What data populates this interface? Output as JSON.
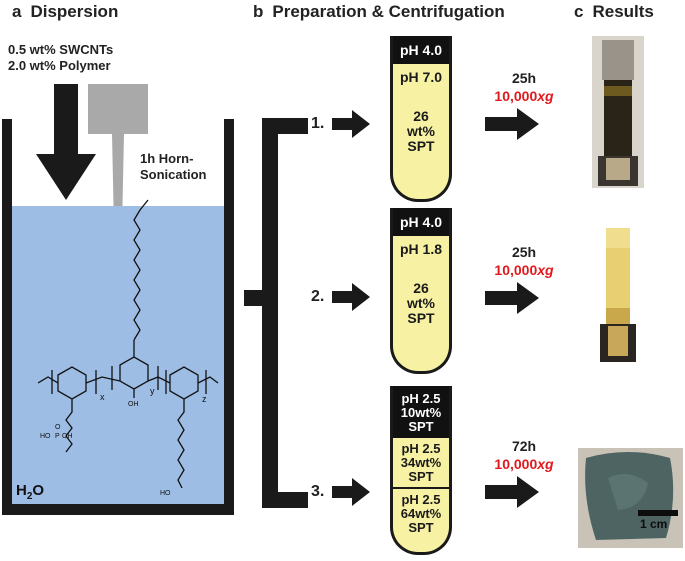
{
  "panels": {
    "a": {
      "letter": "a",
      "title": "Dispersion"
    },
    "b": {
      "letter": "b",
      "title": "Preparation & Centrifugation"
    },
    "c": {
      "letter": "c",
      "title": "Results"
    }
  },
  "dispersion": {
    "line1": "0.5 wt% SWCNTs",
    "line2": "2.0 wt% Polymer",
    "sonication_line1": "1h Horn-",
    "sonication_line2": "Sonication",
    "solvent": "H",
    "solvent_sub": "2",
    "solvent_end": "O"
  },
  "molecule": {
    "x_label": "x",
    "y_label": "y",
    "z_label": "z",
    "oh_label": "OH",
    "phos_ho": "HO",
    "phos_p": "P",
    "phos_oh": "OH",
    "phos_o": "O",
    "chain_end": "HO"
  },
  "steps": [
    {
      "number": "1.",
      "layers": [
        "pH 4.0",
        "pH 7.0",
        "26",
        "wt%",
        "SPT"
      ],
      "time": "25h",
      "force": "10,000",
      "force_unit": "xg"
    },
    {
      "number": "2.",
      "layers": [
        "pH 4.0",
        "pH 1.8",
        "26",
        "wt%",
        "SPT"
      ],
      "time": "25h",
      "force": "10,000",
      "force_unit": "xg"
    },
    {
      "number": "3.",
      "layers": [
        "pH 2.5",
        "10wt%",
        "SPT",
        "pH 2.5",
        "34wt%",
        "SPT",
        "pH 2.5",
        "64wt%",
        "SPT"
      ],
      "time": "72h",
      "force": "10,000",
      "force_unit": "xg"
    }
  ],
  "results": {
    "scale_bar": "1 cm"
  },
  "colors": {
    "water": "#9dbde5",
    "tube_fill": "#f7f2a3",
    "force_red": "#e3181d",
    "arrow": "#1a1a1a"
  }
}
